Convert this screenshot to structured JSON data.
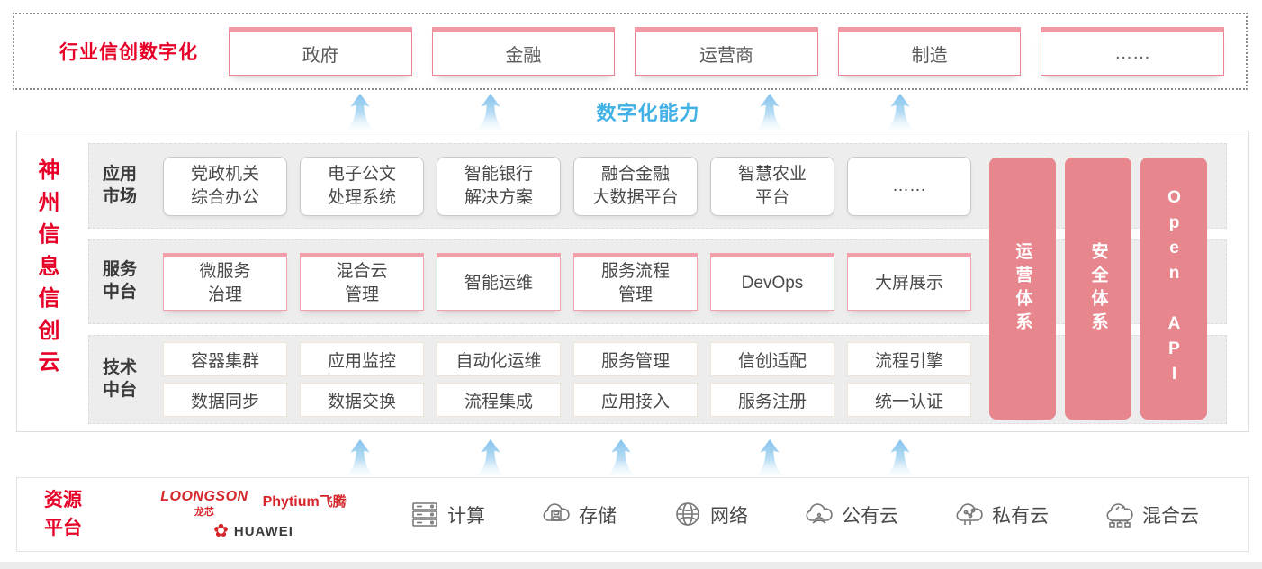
{
  "top": {
    "label": "行业信创数字化",
    "industries": [
      "政府",
      "金融",
      "运营商",
      "制造",
      "……"
    ]
  },
  "capability": {
    "label": "数字化能力"
  },
  "main": {
    "title": "神州信息信创云",
    "rows": {
      "app": {
        "label": "应用\n市场",
        "items": [
          "党政机关\n综合办公",
          "电子公文\n处理系统",
          "智能银行\n解决方案",
          "融合金融\n大数据平台",
          "智慧农业\n平台",
          "……"
        ]
      },
      "service": {
        "label": "服务\n中台",
        "items": [
          "微服务\n治理",
          "混合云\n管理",
          "智能运维",
          "服务流程\n管理",
          "DevOps",
          "大屏展示"
        ]
      },
      "tech": {
        "label": "技术\n中台",
        "row1": [
          "容器集群",
          "应用监控",
          "自动化运维",
          "服务管理",
          "信创适配",
          "流程引擎"
        ],
        "row2": [
          "数据同步",
          "数据交换",
          "流程集成",
          "应用接入",
          "服务注册",
          "统一认证"
        ]
      }
    },
    "bars": [
      "运营体系",
      "安全体系",
      "Open API"
    ]
  },
  "resources": {
    "label": "资源\n平台",
    "logos": {
      "loongson": "LOONGSON",
      "loongson_cn": "龙芯",
      "phytium": "Phytium",
      "phytium_cn": "飞腾",
      "huawei": "HUAWEI",
      "huawei_mark": "✿"
    },
    "items": [
      {
        "label": "计算"
      },
      {
        "label": "存储"
      },
      {
        "label": "网络"
      },
      {
        "label": "公有云"
      },
      {
        "label": "私有云"
      },
      {
        "label": "混合云"
      }
    ]
  },
  "colors": {
    "accent_red": "#e60027",
    "pink_bar": "#e8868d",
    "capability_blue": "#41b1e6"
  }
}
